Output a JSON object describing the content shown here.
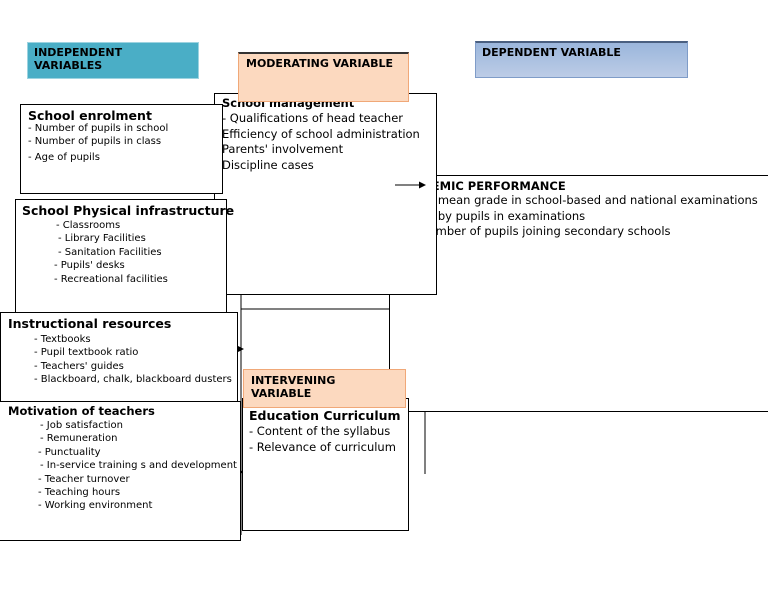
{
  "headers": {
    "independent": "INDEPENDENT VARIABLES",
    "moderating": "MODERATING VARIABLE",
    "dependent": "DEPENDENT VARIABLE",
    "intervening": "INTERVENING VARIABLE"
  },
  "colors": {
    "independent_fill": "#4aaec6",
    "moderating_fill": "#fcd9bf",
    "dependent_fill": "#a9c0e0",
    "intervening_fill": "#fcd9bf"
  },
  "school_enrolment": {
    "title": "School enrolment",
    "items": [
      "- Number of pupils in school",
      "- Number of pupils in class",
      "- Age of pupils"
    ]
  },
  "physical_infrastructure": {
    "title": "School Physical infrastructure",
    "items": [
      "- Classrooms",
      "- Library Facilities",
      "- Sanitation Facilities",
      "- Pupils' desks",
      "- Recreational facilities"
    ]
  },
  "instructional_resources": {
    "title": "Instructional resources",
    "items": [
      "- Textbooks",
      "- Pupil textbook ratio",
      "- Teachers' guides",
      "- Blackboard, chalk, blackboard dusters"
    ]
  },
  "motivation": {
    "title": "Motivation of teachers",
    "items": [
      "- Job satisfaction",
      "- Remuneration",
      "- Punctuality",
      "- In-service training s and development",
      "- Teacher turnover",
      "- Teaching hours",
      "- Working environment"
    ]
  },
  "school_management": {
    "title": "School management",
    "items": [
      "- Qualifications of head  teacher",
      "Efficiency of  school administration",
      "Parents' involvement",
      "Discipline cases"
    ]
  },
  "academic_performance": {
    "title": "ACADEMIC PERFORMANCE",
    "items": [
      "School mean grade in school-based and national examinations",
      "Scores by pupils in examinations",
      "The number of pupils joining secondary schools"
    ]
  },
  "education_curriculum": {
    "title": "Education Curriculum",
    "items": [
      "- Content of the syllabus",
      "- Relevance of curriculum"
    ]
  }
}
